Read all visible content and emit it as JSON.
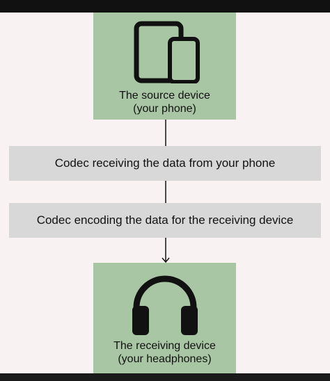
{
  "nodes": {
    "source": {
      "line1": "The source device",
      "line2": "(your phone)",
      "icon": "tablet-and-phone-icon"
    },
    "step1": {
      "label": "Codec receiving the data from your phone"
    },
    "step2": {
      "label": "Codec encoding the data for the receiving device"
    },
    "receiver": {
      "line1": "The receiving device",
      "line2": "(your headphones)",
      "icon": "headphones-icon"
    }
  },
  "colors": {
    "device_box": "#a9c6a4",
    "step_bar": "#d8d8d8",
    "background": "#f8f2f2"
  }
}
